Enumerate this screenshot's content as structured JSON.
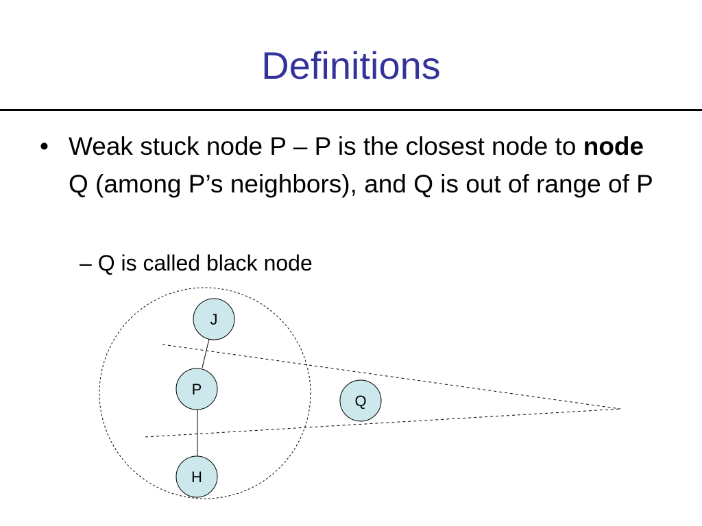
{
  "slide": {
    "title": "Definitions",
    "bullet": {
      "symbol": "•",
      "part1": "Weak stuck node P – P is the closest node to ",
      "bold": "node",
      "part2": " Q (among P’s neighbors), and Q is out of range of P"
    },
    "sub_bullet": {
      "dash": "–",
      "text": "Q is called black node"
    }
  },
  "diagram": {
    "nodes": {
      "J": "J",
      "P": "P",
      "Q": "Q",
      "H": "H"
    },
    "colors": {
      "node_fill": "#cce8ec",
      "title": "#333399"
    }
  }
}
